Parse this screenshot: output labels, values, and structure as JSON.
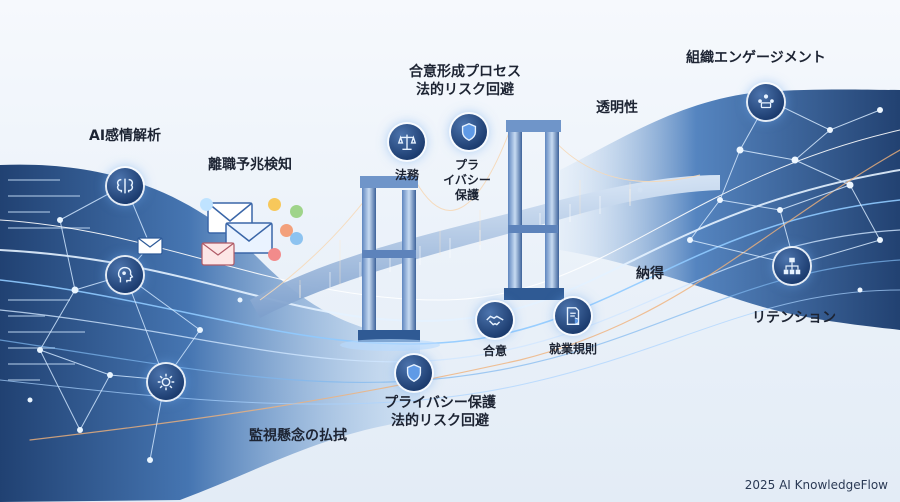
{
  "labels": {
    "ai_emotion": "AI感情解析",
    "turnover": "離職予兆検知",
    "consensus_title_1": "合意形成プロセス",
    "consensus_title_2": "法的リスク回避",
    "transparency": "透明性",
    "engagement": "組織エンゲージメント",
    "legal": "法務",
    "privacy_1": "プラ",
    "privacy_2": "イバシー",
    "privacy_3": "保護",
    "acceptance": "納得",
    "retention": "リテンション",
    "agreement": "合意",
    "work_rules": "就業規則",
    "bottom_1": "プライバシー保護",
    "bottom_2": "法的リスク回避",
    "surveillance": "監視懸念の払拭"
  },
  "credit": "2025 AI KnowledgeFlow",
  "icons": [
    "brain-icon",
    "mail-icon",
    "head-network-icon",
    "gear-head-icon",
    "scales-icon",
    "shield-icon",
    "handshake-icon",
    "document-shield-icon",
    "team-meeting-icon",
    "org-chart-icon"
  ],
  "colors": {
    "navy": "#1b3b6e",
    "glow": "#7fc3ff",
    "accent_orange": "#f0b27a"
  }
}
